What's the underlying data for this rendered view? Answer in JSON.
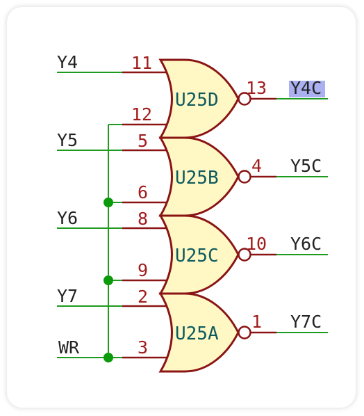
{
  "gates": [
    {
      "ref": "U25D",
      "in1_label": "Y4",
      "in1_pin": "11",
      "in2_pin": "12",
      "out_pin": "13",
      "out_label": "Y4C"
    },
    {
      "ref": "U25B",
      "in1_label": "Y5",
      "in1_pin": "5",
      "in2_pin": "6",
      "out_pin": "4",
      "out_label": "Y5C"
    },
    {
      "ref": "U25C",
      "in1_label": "Y6",
      "in1_pin": "8",
      "in2_pin": "9",
      "out_pin": "10",
      "out_label": "Y6C"
    },
    {
      "ref": "U25A",
      "in1_label": "Y7",
      "in1_pin": "2",
      "in2_pin": "3",
      "out_pin": "1",
      "out_label": "Y7C"
    }
  ],
  "shared_input_label": "WR",
  "highlighted_label": "Y4C",
  "colors": {
    "wire": "#1e9a1e",
    "pin": "#a11c1c",
    "gate_fill": "#fff8c4",
    "gate_stroke": "#8a1414",
    "reference": "#0c5a60",
    "highlight": "#aab0f0",
    "junction": "#0a9a0a"
  }
}
